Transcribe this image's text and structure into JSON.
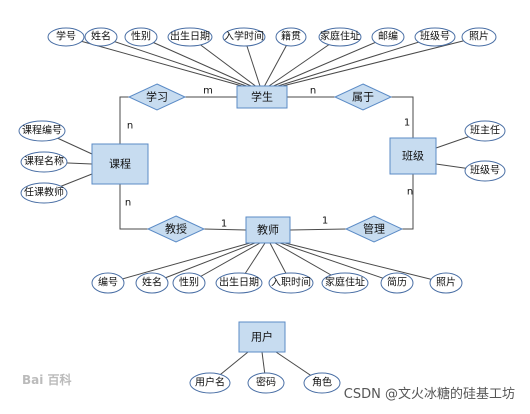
{
  "diagram": {
    "entities": {
      "student": "学生",
      "course": "课程",
      "class": "班级",
      "teacher": "教师",
      "user": "用户"
    },
    "relationships": {
      "study": "学习",
      "belong": "属于",
      "teach": "教授",
      "manage": "管理"
    },
    "attributes": {
      "student": [
        "学号",
        "姓名",
        "性别",
        "出生日期",
        "入学时间",
        "籍贯",
        "家庭住址",
        "邮编",
        "班级号",
        "照片"
      ],
      "course": [
        "课程编号",
        "课程名称",
        "任课教师"
      ],
      "class": [
        "班主任",
        "班级号"
      ],
      "teacher": [
        "编号",
        "姓名",
        "性别",
        "出生日期",
        "入职时间",
        "家庭住址",
        "简历",
        "照片"
      ],
      "user": [
        "用户名",
        "密码",
        "角色"
      ]
    },
    "cardinalities": {
      "study_student": "m",
      "study_course": "n",
      "belong_student": "n",
      "belong_class": "1",
      "teach_course": "n",
      "teach_teacher": "1",
      "manage_teacher": "1",
      "manage_class": "n"
    },
    "colors": {
      "entity_fill": "#c7dcf0",
      "relationship_fill": "#c7dcf0",
      "attribute_stroke": "#4a6fa5"
    },
    "watermark": {
      "right": "CSDN @文火冰糖的硅基工坊",
      "left": "Bai 百科"
    }
  }
}
